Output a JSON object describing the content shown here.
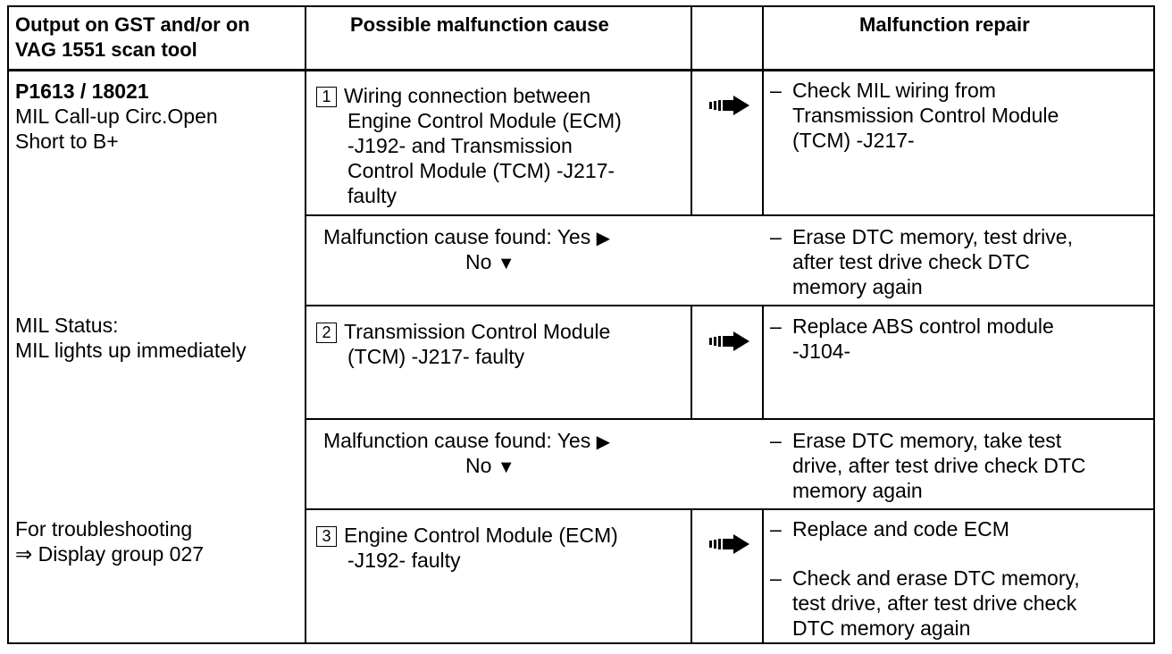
{
  "header": {
    "col1_line1": "Output on GST and/or on",
    "col1_line2": "VAG 1551 scan tool",
    "col2": "Possible malfunction cause",
    "col3": "Malfunction repair"
  },
  "left": {
    "code": "P1613 / 18021",
    "desc_line1": "MIL Call-up Circ.Open",
    "desc_line2": "Short to B+",
    "status_line1": "MIL Status:",
    "status_line2": "MIL lights up immediately",
    "ts_line1": "For troubleshooting",
    "ts_line2": "⇒ Display group 027"
  },
  "steps": [
    {
      "num": "1",
      "cause_lines": [
        "Wiring connection between",
        "Engine Control Module (ECM)",
        "-J192- and Transmission",
        "Control Module (TCM) -J217-",
        "faulty"
      ],
      "repair_lines": [
        "Check MIL wiring from",
        "Transmission Control Module",
        "(TCM) -J217-"
      ]
    },
    {
      "num": "2",
      "cause_lines": [
        "Transmission Control Module",
        "(TCM) -J217- faulty"
      ],
      "repair_lines": [
        "Replace ABS control module",
        "-J104-"
      ]
    },
    {
      "num": "3",
      "cause_lines": [
        "Engine Control Module (ECM)",
        "-J192- faulty"
      ],
      "repair1_lines": [
        "Replace and code ECM"
      ],
      "repair2_lines": [
        "Check and erase DTC memory,",
        "test drive, after test drive check",
        "DTC memory again"
      ]
    }
  ],
  "found": [
    {
      "label": "Malfunction cause found:  Yes",
      "no": "No",
      "repair_lines": [
        "Erase DTC memory, test drive,",
        "after test drive check DTC",
        "memory again"
      ]
    },
    {
      "label": "Malfunction cause found:  Yes",
      "no": "No",
      "repair_lines": [
        "Erase DTC memory, take test",
        "drive, after test drive check DTC",
        "memory again"
      ]
    }
  ],
  "symbols": {
    "dash": "–",
    "yes_marker": "▶",
    "no_marker": "▼",
    "arrow_icon": "step-arrow-icon"
  }
}
